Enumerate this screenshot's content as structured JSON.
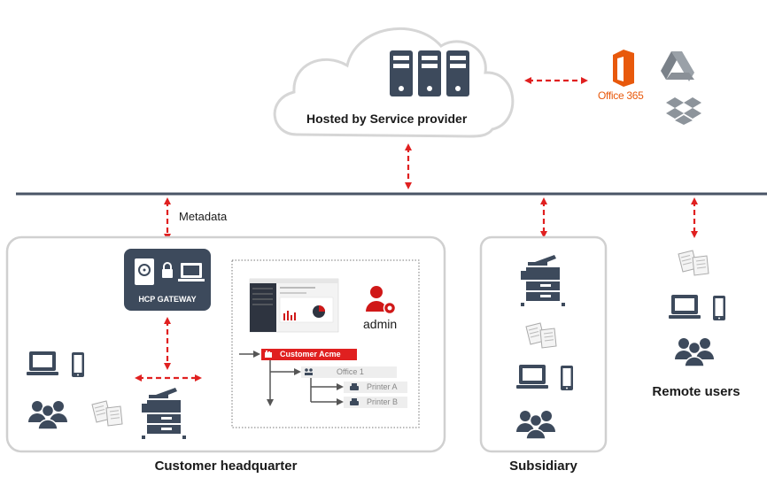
{
  "cloud": {
    "label": "Hosted by Service provider"
  },
  "saas": {
    "office_label": "Office 365"
  },
  "links": {
    "metadata_label": "Metadata"
  },
  "gateway": {
    "label": "HCP GATEWAY"
  },
  "portal": {
    "user_label": "admin",
    "tree": {
      "root": "Customer Acme",
      "office": "Office 1",
      "printers": [
        "Printer A",
        "Printer B"
      ]
    }
  },
  "sites": {
    "hq": "Customer headquarter",
    "subsidiary": "Subsidiary",
    "remote": "Remote users"
  },
  "colors": {
    "accent": "#e02020",
    "device": "#3d4a5c",
    "bus": "#4a5566",
    "panel_border": "#d0d0d0"
  }
}
